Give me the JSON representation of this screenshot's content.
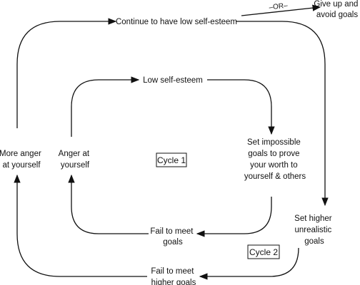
{
  "cycle1": {
    "box_label": "Cycle 1",
    "low_self_esteem": "Low self-esteem",
    "set_impossible_goals": [
      "Set impossible",
      "goals to prove",
      "your worth to",
      "yourself & others"
    ],
    "fail_to_meet_goals": [
      "Fail to meet",
      "goals"
    ],
    "anger_at_yourself": [
      "Anger at",
      "yourself"
    ]
  },
  "cycle2": {
    "box_label": "Cycle 2",
    "continue_low_self_esteem": "Continue to have low self-esteem",
    "set_higher_goals": [
      "Set higher",
      "unrealistic",
      "goals"
    ],
    "fail_to_meet_higher_goals": [
      "Fail to meet",
      "higher goals"
    ],
    "more_anger": [
      "More anger",
      "at yourself"
    ]
  },
  "branch": {
    "or_label": "–OR–",
    "give_up": [
      "Give up and",
      "avoid goals"
    ]
  }
}
